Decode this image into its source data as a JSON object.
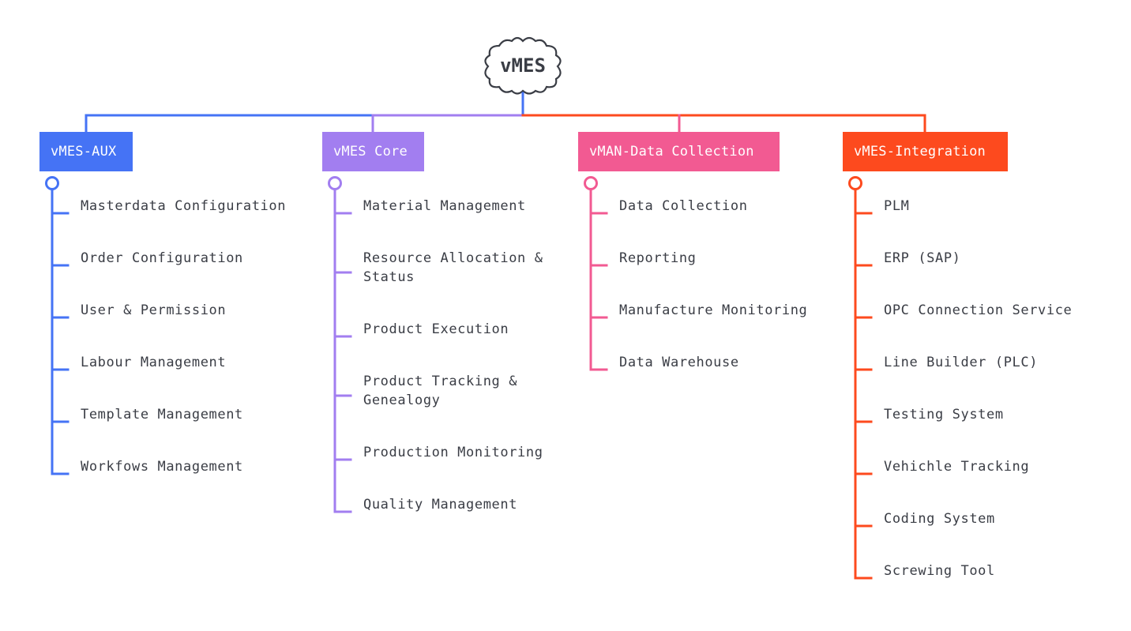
{
  "root": {
    "label": "vMES",
    "color": "#3a3d45"
  },
  "groups": [
    {
      "label": "vMES-AUX",
      "color": "#4573f5",
      "items": [
        "Masterdata Configuration",
        "Order Configuration",
        "User & Permission",
        "Labour Management",
        "Template Management",
        "Workfows Management"
      ]
    },
    {
      "label": "vMES Core",
      "color": "#a27ef0",
      "items": [
        [
          "Resource Allocation &",
          "Status"
        ]
      ]
    },
    {
      "label": "vMAN-Data Collection",
      "color": "#f25a92",
      "items": [
        "Data Collection",
        "Reporting",
        "Manufacture Monitoring",
        "Data Warehouse"
      ]
    },
    {
      "label": "vMES-Integration",
      "color": "#fd4a1e",
      "items": [
        "PLM",
        "ERP (SAP)",
        "OPC Connection Service",
        "Line Builder (PLC)",
        "Testing System",
        "Vehichle Tracking",
        "Coding System",
        "Screwing Tool"
      ]
    }
  ]
}
